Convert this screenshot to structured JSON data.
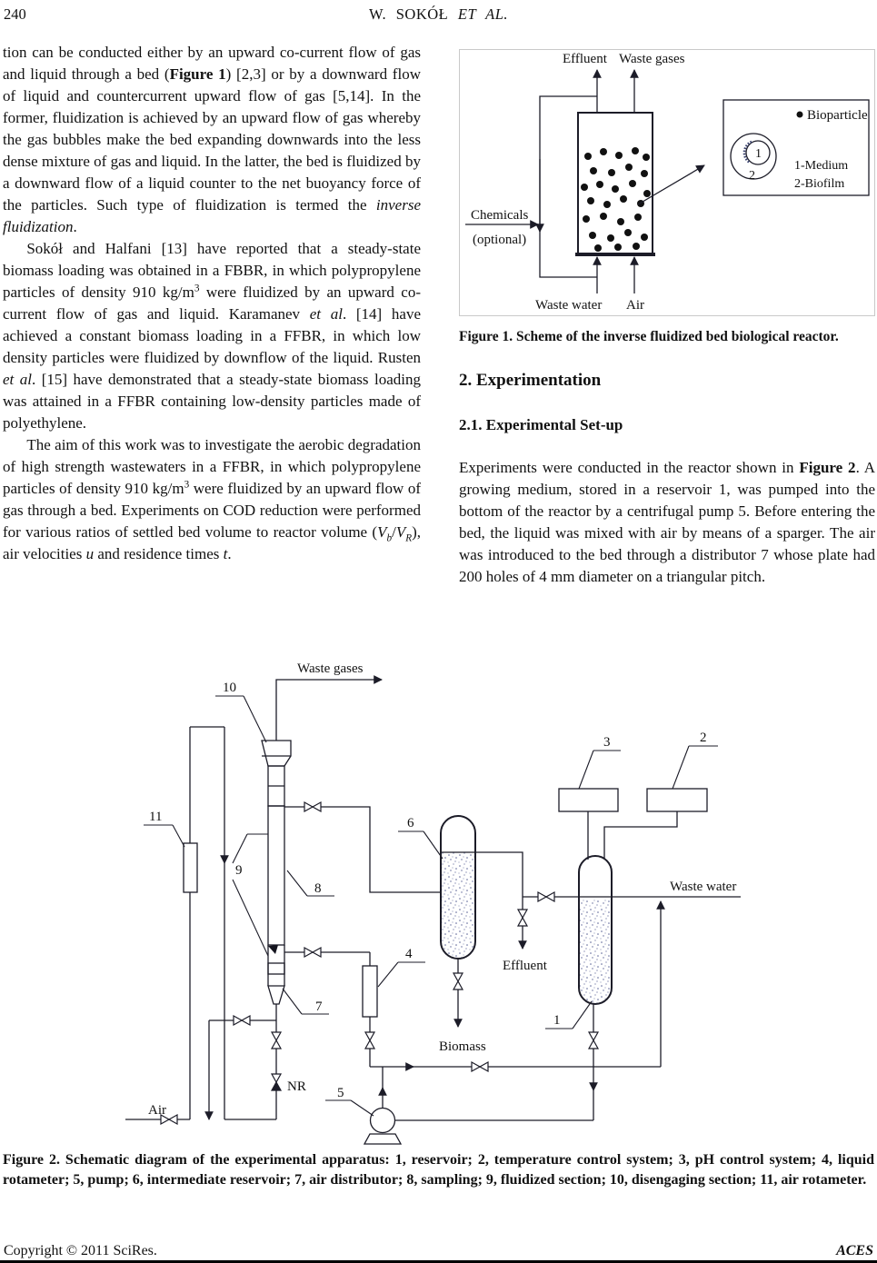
{
  "header": {
    "page_number": "240",
    "running_title_runs": [
      {
        "t": "W. SOKÓŁ ",
        "s": ""
      },
      {
        "t": " ET AL.",
        "s": "i"
      }
    ]
  },
  "left_column": {
    "p1_runs": [
      {
        "t": "tion can be conducted either by an upward co-current flow of gas and liquid through a bed ("
      },
      {
        "t": "Figure 1",
        "s": "b"
      },
      {
        "t": ") [2,3] or by a downward flow of liquid and countercurrent upward flow of gas [5,14]. In the former, fluidization is achieved by an upward flow of gas whereby the gas bubbles make the bed expanding downwards into the less dense mixture of gas and liquid. In the latter, the bed is fluidized by a downward flow of a liquid counter to the net buoyancy force of the particles. Such type of fluidization is termed the "
      },
      {
        "t": "inverse fluidization",
        "s": "i"
      },
      {
        "t": "."
      }
    ],
    "p2_runs": [
      {
        "t": "Sokół and Halfani [13] have reported that a steady-state biomass loading was obtained in a FBBR, in which polypropylene particles of density 910 kg/m"
      },
      {
        "t": "3",
        "s": "sup"
      },
      {
        "t": " were fluidized by an upward co-current flow of gas and liquid. Karamanev "
      },
      {
        "t": "et al",
        "s": "i"
      },
      {
        "t": ". [14] have achieved a constant biomass loading in a FFBR, in which low density particles were fluidized by downflow of the liquid. Rusten "
      },
      {
        "t": "et al",
        "s": "i"
      },
      {
        "t": ". [15] have demonstrated that a steady-state biomass loading was attained in a FFBR containing low-density particles made of polyethylene."
      }
    ],
    "p3_runs": [
      {
        "t": "The aim of this work was to investigate the aerobic degradation of high strength wastewaters in a FFBR, in which polypropylene particles of density 910 kg/m"
      },
      {
        "t": "3",
        "s": "sup"
      },
      {
        "t": " were fluidized by an upward flow of gas through a bed. Experiments on COD reduction were performed for various ratios of settled bed volume to reactor volume ("
      },
      {
        "t": "V",
        "s": "i"
      },
      {
        "t": "b",
        "s": "i sub"
      },
      {
        "t": "/"
      },
      {
        "t": "V",
        "s": "i"
      },
      {
        "t": "R",
        "s": "i sub"
      },
      {
        "t": "), air velocities "
      },
      {
        "t": "u",
        "s": "i"
      },
      {
        "t": " and residence times "
      },
      {
        "t": "t",
        "s": "i"
      },
      {
        "t": "."
      }
    ]
  },
  "right_column": {
    "figure1": {
      "labels": {
        "effluent": "Effluent",
        "waste_gases": "Waste gases",
        "chemicals": "Chemicals",
        "optional": "(optional)",
        "waste_water": "Waste water",
        "air": "Air",
        "bioparticle": "Bioparticle",
        "medium": "1-Medium",
        "biofilm": "2-Biofilm",
        "num1": "1",
        "num2": "2"
      },
      "caption_runs": [
        {
          "t": "Figure 1. Scheme of the inverse fluidized bed biological reactor.",
          "s": "b"
        }
      ]
    },
    "section2_heading": "2. Experimentation",
    "section21_heading": "2.1. Experimental Set-up",
    "p1_runs": [
      {
        "t": "Experiments were conducted in the reactor shown in "
      },
      {
        "t": "Figure 2",
        "s": "b"
      },
      {
        "t": ". A growing medium, stored in a reservoir 1, was pumped into the bottom of the reactor by a centrifugal pump 5. Before entering the bed, the liquid was mixed with air by means of a sparger. The air was introduced to the bed through a distributor 7 whose plate had 200 holes of 4 mm diameter on a triangular pitch."
      }
    ]
  },
  "figure2": {
    "labels": {
      "waste_gases": "Waste gases",
      "waste_water": "Waste water",
      "effluent": "Effluent",
      "biomass": "Biomass",
      "air": "Air",
      "nr": "NR",
      "n1": "1",
      "n2": "2",
      "n3": "3",
      "n4": "4",
      "n5": "5",
      "n6": "6",
      "n7": "7",
      "n8": "8",
      "n9": "9",
      "n10": "10",
      "n11": "11"
    },
    "caption_runs": [
      {
        "t": "Figure 2. Schematic diagram of the experimental apparatus: 1, reservoir; 2, temperature control system; 3, pH control system; 4, liquid rotameter; 5, pump; 6, intermediate reservoir; 7, air distributor; 8, sampling; 9, fluidized section; 10, disengaging section; 11, air rotameter.",
        "s": "b"
      }
    ]
  },
  "footer": {
    "copyright": "Copyright © 2011 SciRes.",
    "journal": "ACES"
  },
  "colors": {
    "ink": "#111111",
    "diagram_line": "#1c1c28",
    "stipple_dots": "#5a6296",
    "figure_border": "#c9c9c9"
  }
}
